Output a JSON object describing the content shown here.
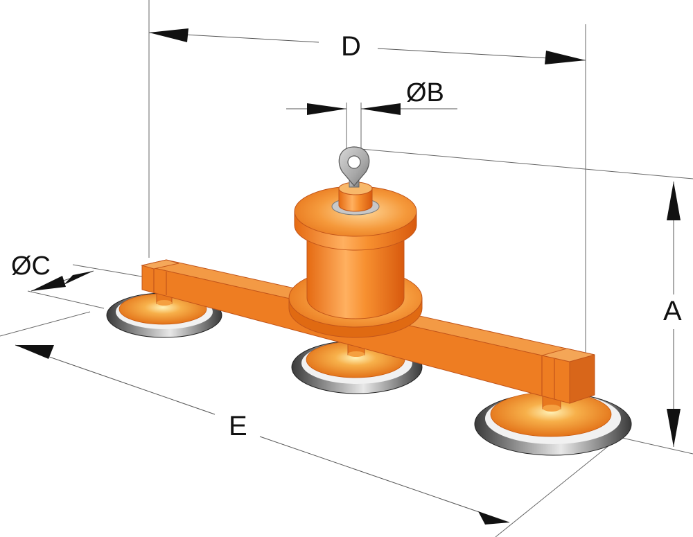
{
  "dimensions": {
    "A": "A",
    "B": "ØB",
    "C": "ØC",
    "D": "D",
    "E": "E"
  }
}
